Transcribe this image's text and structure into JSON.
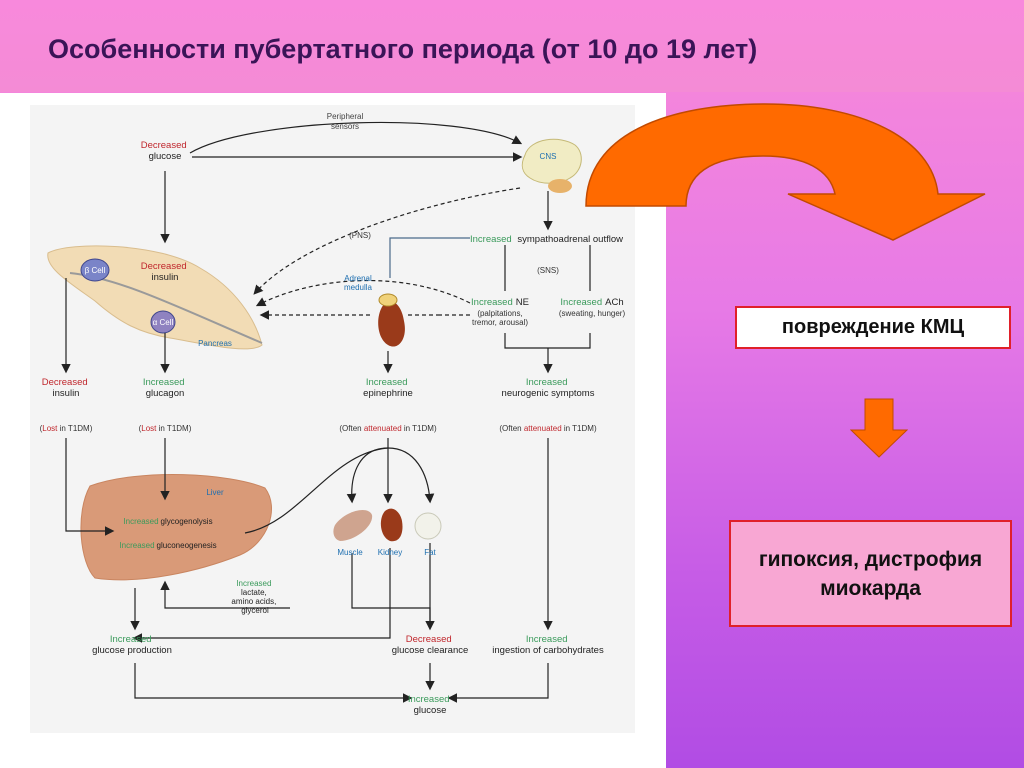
{
  "slide": {
    "title": "Особенности пубертатного периода  (от 10 до 19 лет)"
  },
  "right_panel": {
    "box_top": "повреждение КМЦ",
    "box_bottom": "гипоксия, дистрофия миокарда"
  },
  "diagram": {
    "peripheral_sensors": "Peripheral\nsensors",
    "decreased_glucose": {
      "qual": "Decreased",
      "text": "glucose"
    },
    "cns": "CNS",
    "pns": "(PNS)",
    "sns": "(SNS)",
    "sympathoadrenal": {
      "qual": "Increased",
      "text": "sympathoadrenal outflow"
    },
    "adrenal_medulla": "Adrenal\nmedulla",
    "beta_cell": "β Cell",
    "alpha_cell": "α Cell",
    "pancreas": "Pancreas",
    "pancreas_insulin": {
      "qual": "Decreased",
      "text": "insulin"
    },
    "ne": {
      "qual": "Increased",
      "text": "NE",
      "detail": "(palpitations,\ntremor, arousal)"
    },
    "ach": {
      "qual": "Increased",
      "text": "ACh",
      "detail": "(sweating, hunger)"
    },
    "insulin": {
      "qual": "Decreased",
      "text": "insulin",
      "note_pre": "(",
      "note_red": "Lost",
      "note_post": " in T1DM)"
    },
    "glucagon": {
      "qual": "Increased",
      "text": "glucagon",
      "note_pre": "(",
      "note_red": "Lost",
      "note_post": " in T1DM)"
    },
    "epinephrine": {
      "qual": "Increased",
      "text": "epinephrine",
      "note_pre": "(Often ",
      "note_red": "attenuated",
      "note_post": " in T1DM)"
    },
    "neurogenic": {
      "qual": "Increased",
      "text": "neurogenic symptoms",
      "note_pre": "(Often ",
      "note_red": "attenuated",
      "note_post": " in T1DM)"
    },
    "liver": "Liver",
    "glycogenolysis": {
      "qual": "Increased",
      "text": "glycogenolysis"
    },
    "gluconeogenesis": {
      "qual": "Increased",
      "text": "gluconeogenesis"
    },
    "muscle": "Muscle",
    "kidney": "Kidney",
    "fat": "Fat",
    "lactate": {
      "qual": "Increased",
      "text": "lactate,\namino acids,\nglycerol"
    },
    "glucose_production": {
      "qual": "Increased",
      "text": "glucose production"
    },
    "glucose_clearance": {
      "qual": "Decreased",
      "text": "glucose clearance"
    },
    "ingestion": {
      "qual": "Increased",
      "text": "ingestion of carbohydrates"
    },
    "increased_glucose": {
      "qual": "Increased",
      "text": "glucose"
    }
  },
  "colors": {
    "accent_orange": "#ff6a00",
    "box_border": "#e0202a",
    "qual_red": "#c0272d",
    "qual_green": "#3a9a5b",
    "qual_blue": "#1e6fb0"
  }
}
